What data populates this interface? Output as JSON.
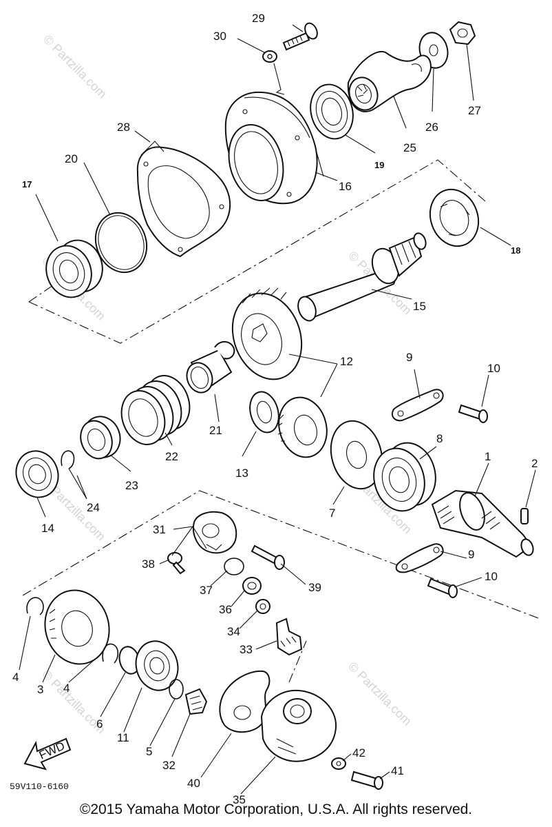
{
  "diagram_code": "59V110-6160",
  "fwd_label": "FWD",
  "watermark": "© Partzilla.com",
  "copyright": "©2015 Yamaha Motor Corporation, U.S.A. All rights reserved.",
  "callouts": {
    "p1": "1",
    "p2": "2",
    "p3": "3",
    "p4a": "4",
    "p4b": "4",
    "p5": "5",
    "p6": "6",
    "p7": "7",
    "p8": "8",
    "p9a": "9",
    "p9b": "9",
    "p10a": "10",
    "p10b": "10",
    "p11": "11",
    "p12": "12",
    "p13": "13",
    "p14": "14",
    "p15": "15",
    "p16": "16",
    "p17": "17",
    "p18": "18",
    "p19": "19",
    "p20": "20",
    "p21": "21",
    "p22": "22",
    "p23": "23",
    "p24": "24",
    "p25": "25",
    "p26": "26",
    "p27": "27",
    "p28": "28",
    "p29": "29",
    "p30": "30",
    "p31": "31",
    "p32": "32",
    "p33": "33",
    "p34": "34",
    "p35": "35",
    "p36": "36",
    "p37": "37",
    "p38": "38",
    "p39": "39",
    "p40": "40",
    "p41": "41",
    "p42": "42"
  }
}
